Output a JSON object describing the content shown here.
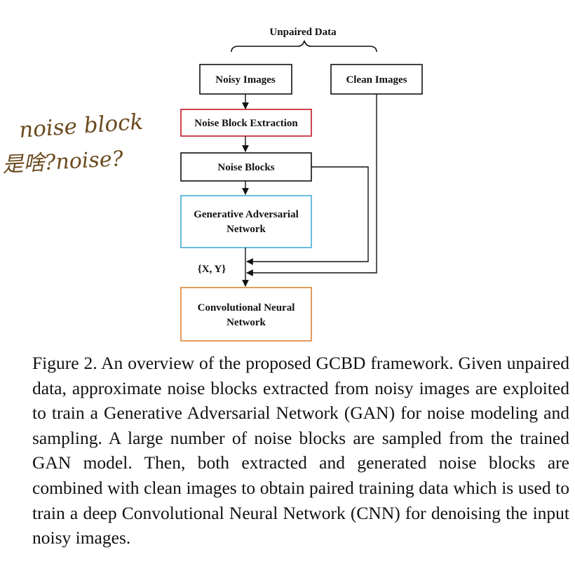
{
  "diagram": {
    "header": "Unpaired Data",
    "nodes": {
      "noisy_images": "Noisy Images",
      "clean_images": "Clean Images",
      "noise_block_extraction": "Noise Block Extraction",
      "noise_blocks": "Noise Blocks",
      "gan_line1": "Generative Adversarial",
      "gan_line2": "Network",
      "xy_label": "{X, Y}",
      "cnn_line1": "Convolutional Neural",
      "cnn_line2": "Network"
    },
    "colors": {
      "extraction_border": "#c8323c",
      "gan_border": "#5ab4dc",
      "cnn_border": "#e0914a",
      "default_border": "#111111"
    }
  },
  "annotation": {
    "line1": "noise block",
    "line2": "是啥?noise?"
  },
  "caption": "Figure 2. An overview of the proposed GCBD framework. Given unpaired data, approximate noise blocks extracted from noisy images are exploited to train a Generative Adversarial Network (GAN) for noise modeling and sampling. A large number of noise blocks are sampled from the trained GAN model. Then, both extracted and generated noise blocks are combined with clean images to obtain paired training data which is used to train a deep Convolutional Neural Network (CNN) for denoising the input noisy images."
}
